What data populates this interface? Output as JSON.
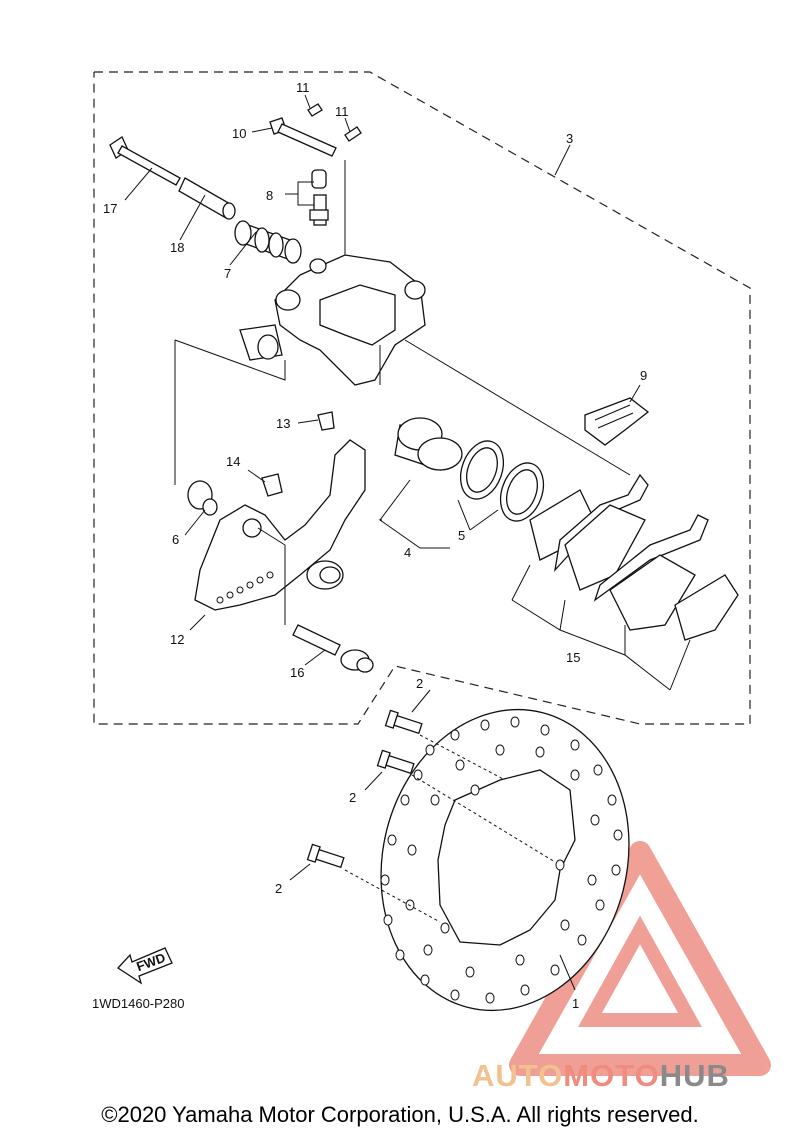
{
  "diagram_code": "1WD1460-P280",
  "fwd_label": "FWD",
  "copyright": "©2020 Yamaha Motor Corporation, U.S.A. All rights reserved.",
  "watermark": {
    "part1": "AUTO",
    "part2": "MOTO",
    "part3": "HUB",
    "colors": [
      "#f3c090",
      "#ef8c7e",
      "#8a8a8a"
    ]
  },
  "callouts": {
    "c1": "1",
    "c2a": "2",
    "c2b": "2",
    "c2c": "2",
    "c3": "3",
    "c4": "4",
    "c5": "5",
    "c6": "6",
    "c7": "7",
    "c8": "8",
    "c9": "9",
    "c10": "10",
    "c11a": "11",
    "c11b": "11",
    "c12": "12",
    "c13": "13",
    "c14": "14",
    "c15": "15",
    "c16": "16",
    "c17": "17",
    "c18": "18"
  }
}
